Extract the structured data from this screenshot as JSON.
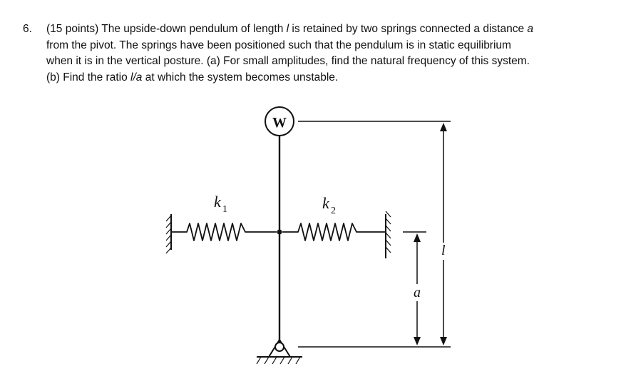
{
  "problem": {
    "number": "6.",
    "lines": [
      [
        "(15 points) The upside-down pendulum of length ",
        "l",
        " is retained by two springs connected a distance ",
        "a"
      ],
      [
        "from the pivot. The springs have been positioned such that the pendulum is in static equilibrium"
      ],
      [
        "when it is in the vertical posture. (a) For small amplitudes, find the natural frequency of this system."
      ],
      [
        "(b) Find the ratio ",
        "l/a",
        " at which the system becomes unstable."
      ]
    ]
  },
  "figure": {
    "mass_label": "W",
    "spring_left_label": "k",
    "spring_left_sub": "1",
    "spring_right_label": "k",
    "spring_right_sub": "2",
    "dim_length_label": "l",
    "dim_distance_label": "a"
  }
}
